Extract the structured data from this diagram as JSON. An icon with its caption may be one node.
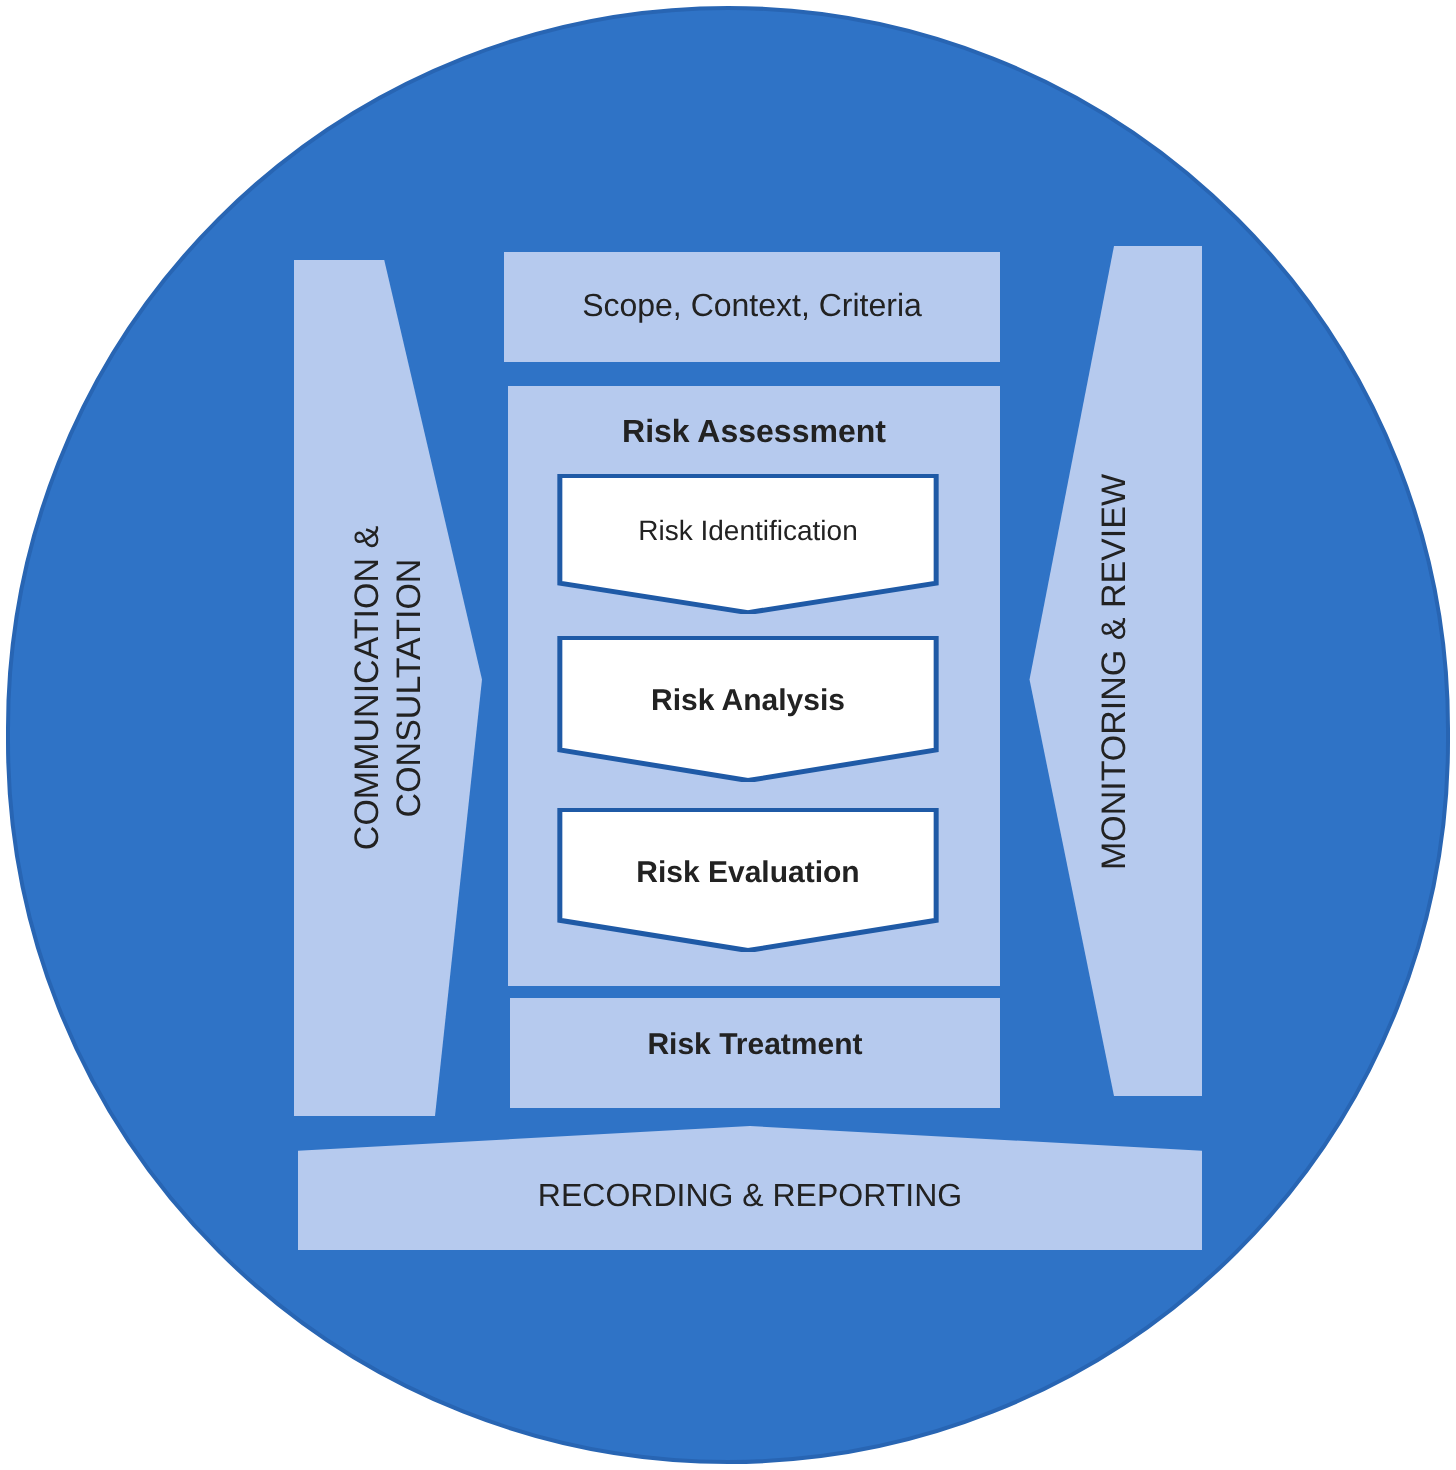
{
  "diagram": {
    "nodes": [
      {
        "text": [],
        "shape": "circle"
      },
      {
        "text": [
          "COMMUNICATION & CONSULTATION"
        ],
        "in": 0
      },
      {
        "text": [
          "Scope, Context, Criteria"
        ],
        "in": 0
      },
      {
        "text": [
          "Risk Assessment"
        ],
        "in": 0
      },
      {
        "text": [
          "Risk Identification"
        ],
        "in": 3
      },
      {
        "text": [
          "Risk Analysis"
        ],
        "in": 3
      },
      {
        "text": [
          "Risk Evaluation"
        ],
        "in": 3
      },
      {
        "text": [
          "Risk Treatment"
        ],
        "in": 0
      },
      {
        "text": [
          "MONITORING & REVIEW"
        ],
        "in": 0
      },
      {
        "text": [
          "RECORDING & REPORTING"
        ],
        "in": 0
      }
    ]
  }
}
